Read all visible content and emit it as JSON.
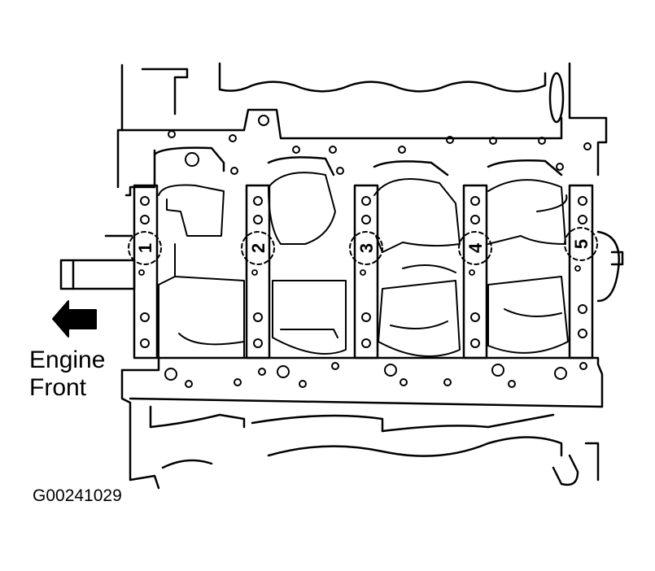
{
  "direction_label": {
    "line1": "Engine",
    "line2": "Front"
  },
  "figure_id": "G00241029",
  "bearing_caps": [
    "1",
    "2",
    "3",
    "4",
    "5"
  ],
  "icons": {
    "direction_arrow": "left-arrow-icon"
  },
  "colors": {
    "line": "#000000",
    "background": "#ffffff"
  }
}
